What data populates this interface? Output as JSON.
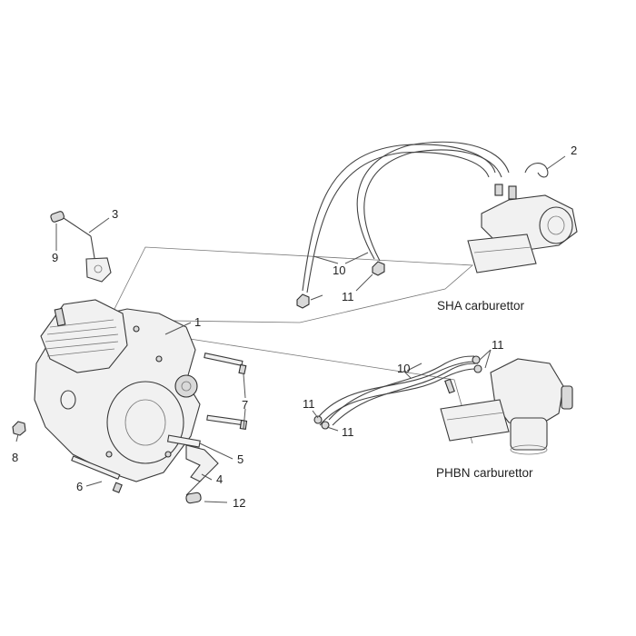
{
  "captions": {
    "sha": "SHA carburettor",
    "phbn": "PHBN carburettor"
  },
  "callouts": {
    "n1": "1",
    "n2": "2",
    "n3": "3",
    "n4": "4",
    "n5": "5",
    "n6": "6",
    "n7": "7",
    "n8": "8",
    "n9": "9",
    "n10a": "10",
    "n10b": "10",
    "n11a": "11",
    "n11b": "11",
    "n11c": "11",
    "n11d": "11",
    "n12": "12"
  },
  "colors": {
    "line": "#3a3a3a",
    "fill_light": "#f1f1f1",
    "fill_dark": "#d9d9d9",
    "text": "#222222"
  }
}
